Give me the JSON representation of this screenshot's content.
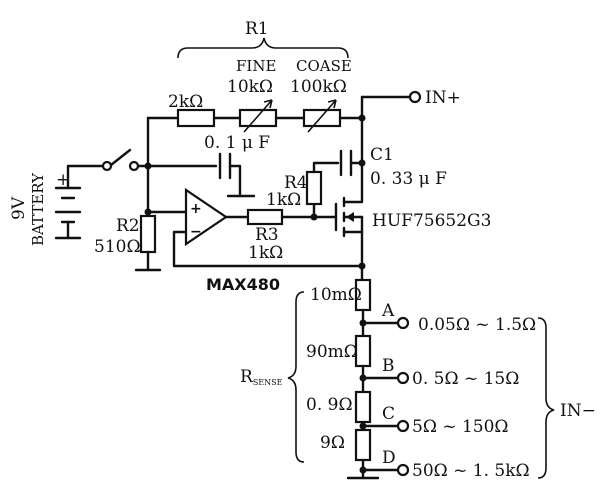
{
  "r1": {
    "label": "R1"
  },
  "resistor_2k": {
    "value": "2kΩ"
  },
  "pot_fine": {
    "name": "FINE",
    "value": "10kΩ"
  },
  "pot_coarse": {
    "name": "COASE",
    "value": "100kΩ"
  },
  "in_plus": {
    "label": "IN+"
  },
  "cap_input": {
    "value": "0. 1 μ F"
  },
  "c1": {
    "label": "C1",
    "value": "0. 33 μ F"
  },
  "battery": {
    "voltage": "9V",
    "label": "BATTERY",
    "plus": "+"
  },
  "r2": {
    "label": "R2",
    "value": "510Ω"
  },
  "opamp": {
    "label": "MAX480",
    "plus": "+",
    "minus": "−"
  },
  "r3": {
    "label": "R3",
    "value": "1kΩ"
  },
  "r4": {
    "label": "R4",
    "value": "1kΩ"
  },
  "mosfet": {
    "label": "HUF75652G3"
  },
  "rsense": {
    "label": "R",
    "subscript": "SENSE",
    "resistors": [
      "10mΩ",
      "90mΩ",
      "0. 9Ω",
      "9Ω"
    ],
    "taps": [
      {
        "tap": "A",
        "range": "0.05Ω ~ 1.5Ω"
      },
      {
        "tap": "B",
        "range": "0. 5Ω ~ 15Ω"
      },
      {
        "tap": "C",
        "range": "5Ω ~ 150Ω"
      },
      {
        "tap": "D",
        "range": "50Ω ~ 1. 5kΩ"
      }
    ]
  },
  "in_minus": {
    "label": "IN−"
  }
}
